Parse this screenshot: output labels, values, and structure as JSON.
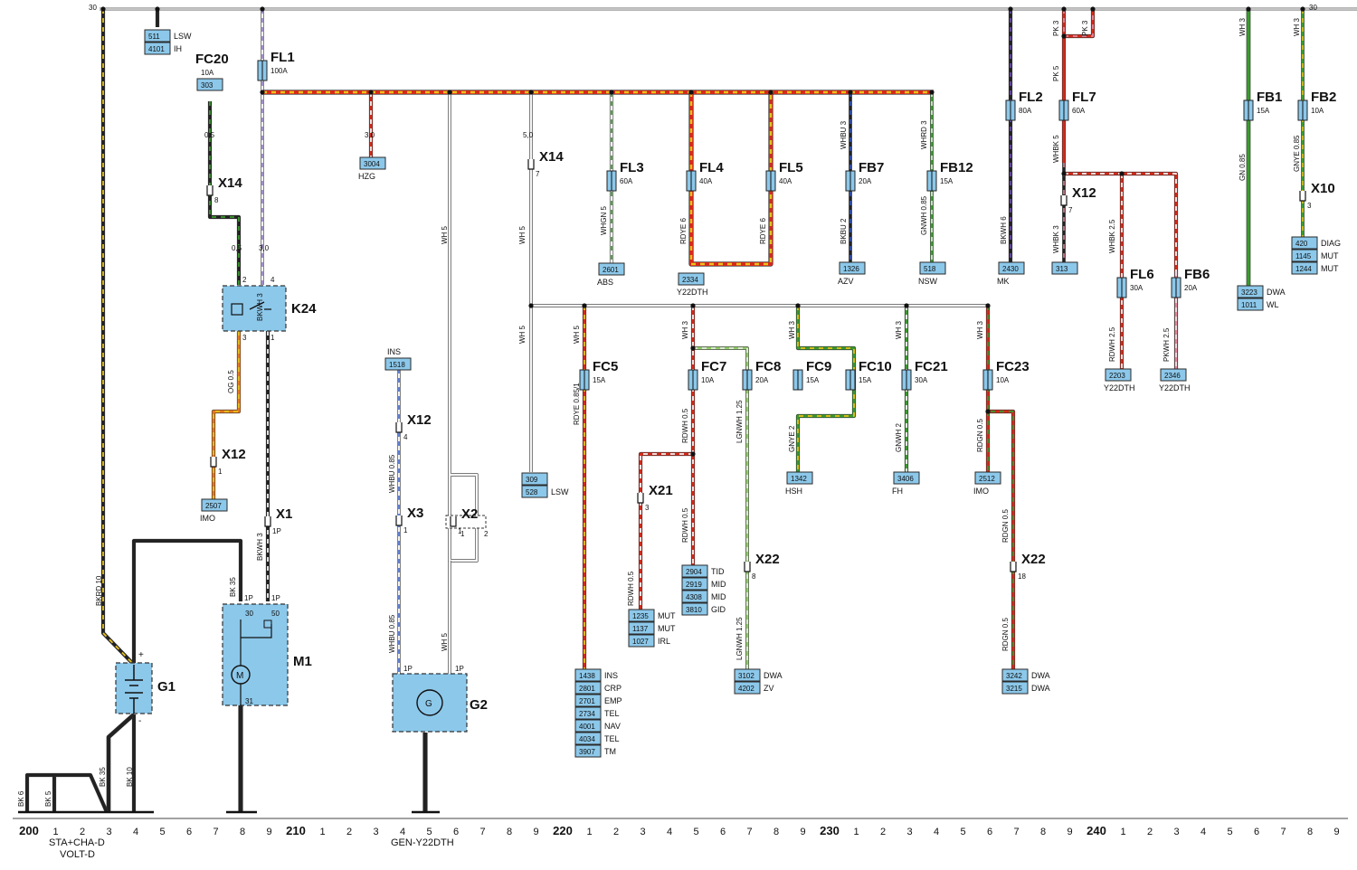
{
  "colors": {
    "box_fill": "#8cc8ea",
    "wire_black": "#222222",
    "wire_red": "#d62a1a",
    "wire_yellow": "#e9c21a",
    "wire_green": "#3b9a2e",
    "wire_blue": "#2f5bd0",
    "wire_white": "#f4f4f4",
    "wire_pink": "#e7879a",
    "wire_brown": "#a0561b",
    "wire_orange": "#e8791c",
    "wire_violet": "#6b4aa8"
  },
  "rails": {
    "left_number": "30",
    "right_number": "30"
  },
  "fuses": [
    {
      "id": "FL1",
      "rating": "100A"
    },
    {
      "id": "FL2",
      "rating": "80A"
    },
    {
      "id": "FL3",
      "rating": "60A"
    },
    {
      "id": "FL4",
      "rating": "40A"
    },
    {
      "id": "FL5",
      "rating": "40A"
    },
    {
      "id": "FL6",
      "rating": "30A"
    },
    {
      "id": "FL7",
      "rating": "60A"
    },
    {
      "id": "FB1",
      "rating": "15A"
    },
    {
      "id": "FB2",
      "rating": "10A"
    },
    {
      "id": "FB6",
      "rating": "20A"
    },
    {
      "id": "FB7",
      "rating": "20A"
    },
    {
      "id": "FB12",
      "rating": "15A"
    },
    {
      "id": "FC5",
      "rating": "15A"
    },
    {
      "id": "FC7",
      "rating": "10A"
    },
    {
      "id": "FC8",
      "rating": "20A"
    },
    {
      "id": "FC9",
      "rating": "15A"
    },
    {
      "id": "FC10",
      "rating": "15A"
    },
    {
      "id": "FC20",
      "rating": "10A"
    },
    {
      "id": "FC21",
      "rating": "30A"
    },
    {
      "id": "FC23",
      "rating": "10A"
    }
  ],
  "connectors": [
    {
      "id": "X14",
      "pin": "8"
    },
    {
      "id": "X14",
      "pin": "7"
    },
    {
      "id": "X12",
      "pin": "1"
    },
    {
      "id": "X12",
      "pin": "4"
    },
    {
      "id": "X12",
      "pin": "7"
    },
    {
      "id": "X1",
      "pin": "1P"
    },
    {
      "id": "X3",
      "pin": "1"
    },
    {
      "id": "X2",
      "pin": "1"
    },
    {
      "id": "X21",
      "pin": "3"
    },
    {
      "id": "X22",
      "pin": "8"
    },
    {
      "id": "X22",
      "pin": "18"
    },
    {
      "id": "X10",
      "pin": "3"
    }
  ],
  "components": {
    "relay": "K24",
    "starter": "M1",
    "battery": "G1",
    "generator": "G2",
    "relay_pins": [
      "2",
      "4",
      "3",
      "1"
    ],
    "starter_pins": [
      "30",
      "50",
      "31",
      "1P",
      "1P"
    ],
    "generator_pins": [
      "1P",
      "1P"
    ],
    "x2_pins": [
      "1",
      "2"
    ],
    "battery_terminals": [
      "+",
      "-"
    ],
    "motor_symbol": "M",
    "gen_symbol": "G"
  },
  "wire_labels": [
    "0,5",
    "0,5",
    "3,0",
    "3,0",
    "5,0",
    "0,5",
    "OG 0.5",
    "BKWH 3",
    "BKWH 3",
    "BKRD 10",
    "BK 35",
    "BK 35",
    "BK 10",
    "BK 6",
    "BK 5",
    "WHBU 0.85",
    "WHBU 0.85",
    "WH 5",
    "WH 5",
    "WH 5",
    "WH 5",
    "WH 5",
    "WHGN 5",
    "RDYE 6",
    "RDYE 6",
    "WHBU 3",
    "BKBU 2",
    "WHRD 3",
    "GNWH 0.85",
    "BKWH 6",
    "PK 3",
    "PK 3",
    "PK 5",
    "WHBK 5",
    "WHBK 3",
    "WHBK 2.5",
    "RDWH 2.5",
    "PKWH 2.5",
    "WH 3",
    "WH 3",
    "GN 0.85",
    "GNYE 0.85",
    "WH 5",
    "RDYE 0.85/1",
    "WH 3",
    "RDWH 0.5",
    "RDWH 0.5",
    "RDWH 0.5",
    "LGNWH 1.25",
    "LGNWH 1.25",
    "WH 3",
    "GNYE 2",
    "WH 3",
    "GNWH 2",
    "WH 3",
    "RDGN 0.5",
    "RDGN 0.5",
    "RDGN 0.5"
  ],
  "terminals": [
    {
      "rows": [
        {
          "code": "511",
          "desc": "LSW"
        },
        {
          "code": "4101",
          "desc": "IH"
        }
      ]
    },
    {
      "rows": [
        {
          "code": "303",
          "desc": ""
        }
      ]
    },
    {
      "rows": [
        {
          "code": "3004",
          "desc": "HZG"
        }
      ]
    },
    {
      "rows": [
        {
          "code": "2601",
          "desc": "ABS"
        }
      ]
    },
    {
      "rows": [
        {
          "code": "2334",
          "desc": "Y22DTH"
        }
      ]
    },
    {
      "rows": [
        {
          "code": "1326",
          "desc": "AZV"
        }
      ]
    },
    {
      "rows": [
        {
          "code": "518",
          "desc": "NSW"
        }
      ]
    },
    {
      "rows": [
        {
          "code": "2430",
          "desc": "MK"
        }
      ]
    },
    {
      "rows": [
        {
          "code": "313",
          "desc": ""
        }
      ]
    },
    {
      "rows": [
        {
          "code": "2203",
          "desc": "Y22DTH"
        }
      ]
    },
    {
      "rows": [
        {
          "code": "2346",
          "desc": "Y22DTH"
        }
      ]
    },
    {
      "rows": [
        {
          "code": "3223",
          "desc": "DWA"
        },
        {
          "code": "1011",
          "desc": "WL"
        }
      ]
    },
    {
      "rows": [
        {
          "code": "420",
          "desc": "DIAG"
        },
        {
          "code": "1145",
          "desc": "MUT"
        },
        {
          "code": "1244",
          "desc": "MUT"
        }
      ]
    },
    {
      "rows": [
        {
          "code": "2507",
          "desc": "IMO"
        }
      ]
    },
    {
      "rows": [
        {
          "code": "1518",
          "desc": "INS"
        }
      ]
    },
    {
      "rows": [
        {
          "code": "309",
          "desc": ""
        },
        {
          "code": "528",
          "desc": "LSW"
        }
      ]
    },
    {
      "rows": [
        {
          "code": "1438",
          "desc": "INS"
        },
        {
          "code": "2801",
          "desc": "CRP"
        },
        {
          "code": "2701",
          "desc": "EMP"
        },
        {
          "code": "2734",
          "desc": "TEL"
        },
        {
          "code": "4001",
          "desc": "NAV"
        },
        {
          "code": "4034",
          "desc": "TEL"
        },
        {
          "code": "3907",
          "desc": "TM"
        }
      ]
    },
    {
      "rows": [
        {
          "code": "1235",
          "desc": "MUT"
        },
        {
          "code": "1137",
          "desc": "MUT"
        },
        {
          "code": "1027",
          "desc": "IRL"
        }
      ]
    },
    {
      "rows": [
        {
          "code": "2904",
          "desc": "TID"
        },
        {
          "code": "2919",
          "desc": "MID"
        },
        {
          "code": "4308",
          "desc": "MID"
        },
        {
          "code": "3810",
          "desc": "GID"
        }
      ]
    },
    {
      "rows": [
        {
          "code": "3102",
          "desc": "DWA"
        },
        {
          "code": "4202",
          "desc": "ZV"
        }
      ]
    },
    {
      "rows": [
        {
          "code": "1342",
          "desc": "HSH"
        }
      ]
    },
    {
      "rows": [
        {
          "code": "3406",
          "desc": "FH"
        }
      ]
    },
    {
      "rows": [
        {
          "code": "2512",
          "desc": "IMO"
        }
      ]
    },
    {
      "rows": [
        {
          "code": "3242",
          "desc": "DWA"
        },
        {
          "code": "3215",
          "desc": "DWA"
        }
      ]
    }
  ],
  "ground_labels": [
    {
      "text": "STA+CHA-D"
    },
    {
      "text": "VOLT-D"
    },
    {
      "text": "GEN-Y22DTH"
    }
  ],
  "ruler": [
    "200",
    "1",
    "2",
    "3",
    "4",
    "5",
    "6",
    "7",
    "8",
    "9",
    "210",
    "1",
    "2",
    "3",
    "4",
    "5",
    "6",
    "7",
    "8",
    "9",
    "220",
    "1",
    "2",
    "3",
    "4",
    "5",
    "6",
    "7",
    "8",
    "9",
    "230",
    "1",
    "2",
    "3",
    "4",
    "5",
    "6",
    "7",
    "8",
    "9",
    "240",
    "1",
    "2",
    "3",
    "4",
    "5",
    "6",
    "7",
    "8",
    "9"
  ]
}
